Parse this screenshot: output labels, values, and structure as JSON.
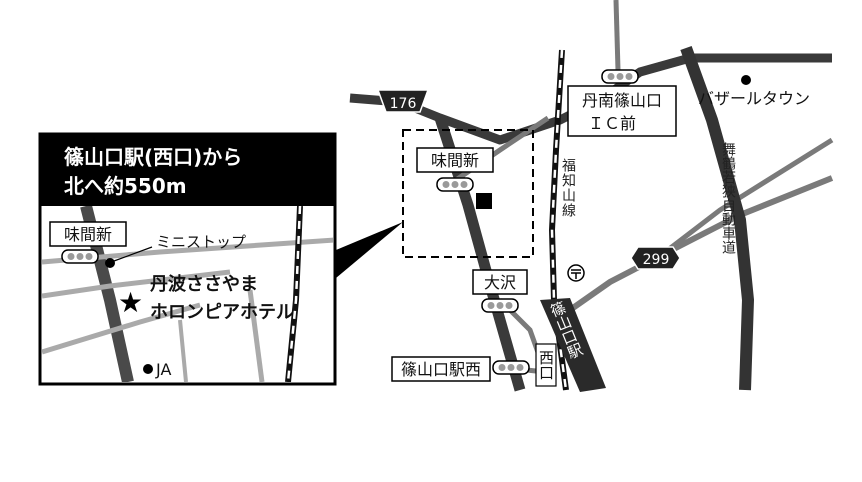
{
  "colors": {
    "road_main": "#3a3a3a",
    "road_secondary": "#7a7a7a",
    "road_minor": "#a6a6a6",
    "header_bg": "#000000",
    "header_text": "#ffffff",
    "signal_lamp": "#9a9a9a"
  },
  "icons": {
    "hotel": "star-icon",
    "traffic_signal": "traffic-signal-icon",
    "post_office": "post-office-icon",
    "poi_dot": "dot-icon",
    "hotel_location_main": "square-icon"
  },
  "inset": {
    "header_line1": "篠山口駅(西口)から",
    "header_line2": "北へ約550m",
    "signal_label": "味間新",
    "minishop_label": "ミニストップ",
    "hotel_line1": "丹波ささやま",
    "hotel_line2": "ホロンピアホテル",
    "ja_label": "JA"
  },
  "map": {
    "route_176": "176",
    "route_299": "299",
    "signal_aimashin": "味間新",
    "signal_osawa": "大沢",
    "signal_tannan_line1": "丹南篠山口",
    "signal_tannan_line2": "ＩＣ前",
    "signal_station_west": "篠山口駅西",
    "bazaar_town": "バザールタウン",
    "fukuchiyama_line": "福知山線",
    "maizuru_road": "舞鶴若狭自動車道",
    "station": "篠山口駅",
    "west_exit": "西口"
  }
}
